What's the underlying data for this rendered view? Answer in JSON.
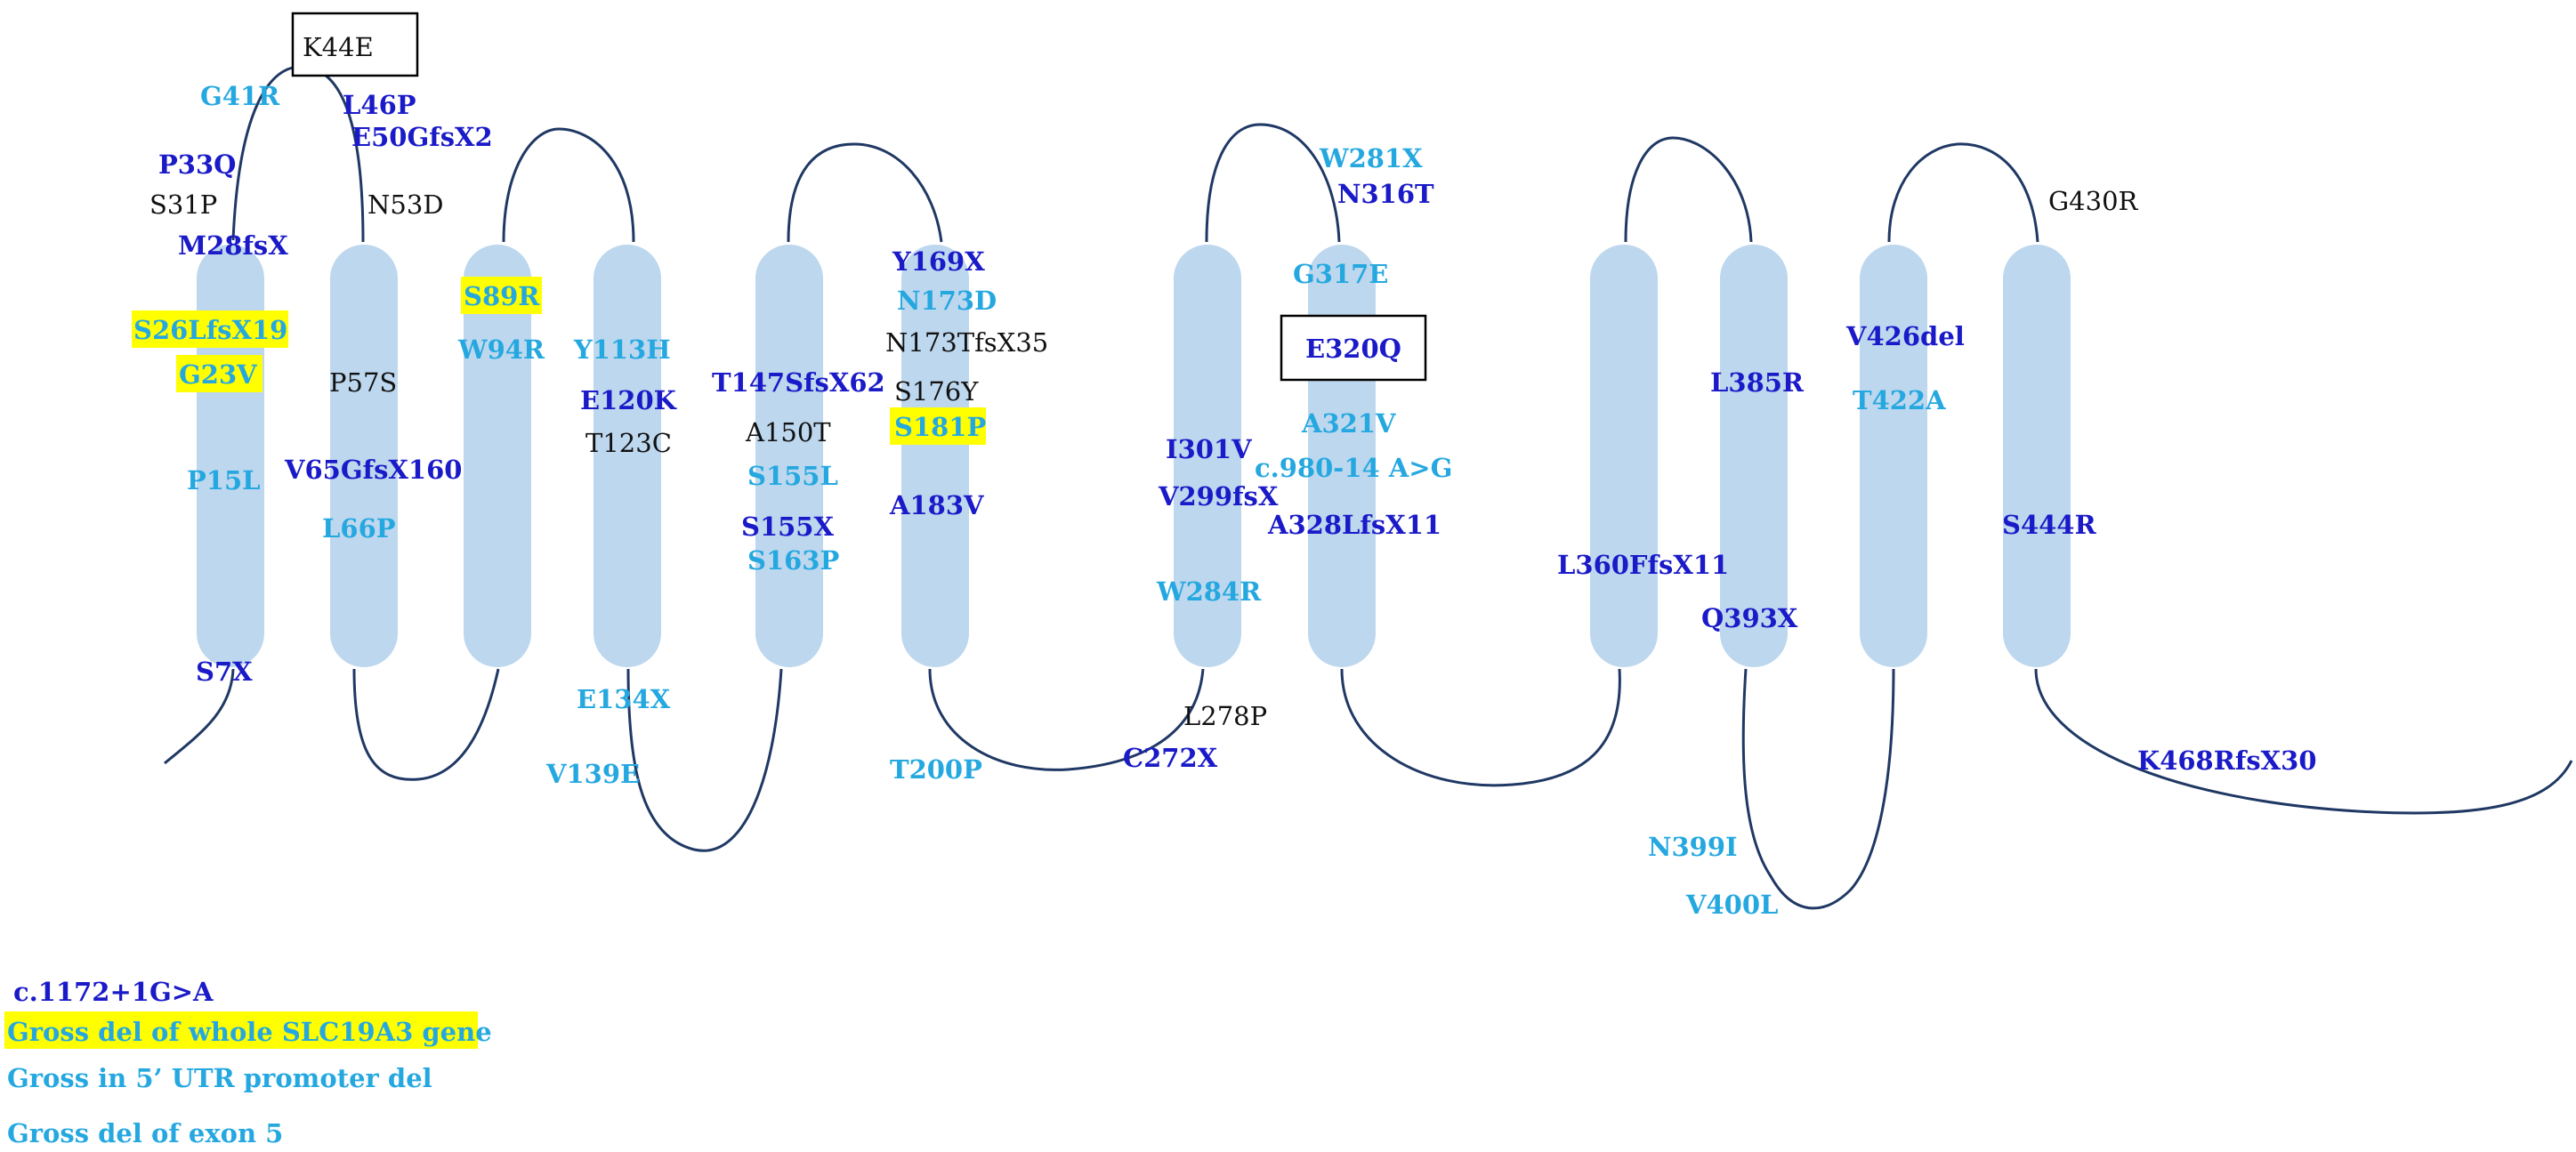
{
  "colors": {
    "dark_blue": "#1a1ac8",
    "light_blue": "#25a8e0",
    "black": "#111111",
    "helix_fill": "#bdd7ee",
    "loop_stroke": "#1f3864",
    "highlight": "#ffff00"
  },
  "mutations": [
    {
      "text": "K44E",
      "color": "black",
      "boxed": true,
      "plain": true
    },
    {
      "text": "G41R",
      "color": "light"
    },
    {
      "text": "L46P",
      "color": "dark"
    },
    {
      "text": "E50GfsX2",
      "color": "dark"
    },
    {
      "text": "P33Q",
      "color": "dark"
    },
    {
      "text": "S31P",
      "color": "black",
      "plain": true
    },
    {
      "text": "N53D",
      "color": "black",
      "plain": true
    },
    {
      "text": "M28fsX",
      "color": "dark"
    },
    {
      "text": "S26LfsX19",
      "color": "light",
      "highlight": true
    },
    {
      "text": "G23V",
      "color": "light",
      "highlight": true
    },
    {
      "text": "P57S",
      "color": "black",
      "plain": true
    },
    {
      "text": "P15L",
      "color": "light"
    },
    {
      "text": "V65GfsX160",
      "color": "dark"
    },
    {
      "text": "L66P",
      "color": "light"
    },
    {
      "text": "S7X",
      "color": "dark"
    },
    {
      "text": "S89R",
      "color": "light",
      "highlight": true
    },
    {
      "text": "W94R",
      "color": "light"
    },
    {
      "text": "Y113H",
      "color": "light"
    },
    {
      "text": "E120K",
      "color": "dark"
    },
    {
      "text": "T123C",
      "color": "black",
      "plain": true
    },
    {
      "text": "E134X",
      "color": "light"
    },
    {
      "text": "V139E",
      "color": "light"
    },
    {
      "text": "T147SfsX62",
      "color": "dark"
    },
    {
      "text": "A150T",
      "color": "black",
      "plain": true
    },
    {
      "text": "S155L",
      "color": "light"
    },
    {
      "text": "S155X",
      "color": "dark"
    },
    {
      "text": "S163P",
      "color": "light"
    },
    {
      "text": "Y169X",
      "color": "dark"
    },
    {
      "text": "N173D",
      "color": "light"
    },
    {
      "text": "N173TfsX35",
      "color": "black",
      "plain": true
    },
    {
      "text": "S176Y",
      "color": "black",
      "plain": true
    },
    {
      "text": "S181P",
      "color": "light",
      "highlight": true
    },
    {
      "text": "A183V",
      "color": "dark"
    },
    {
      "text": "T200P",
      "color": "light"
    },
    {
      "text": "I301V",
      "color": "dark"
    },
    {
      "text": "V299fsX",
      "color": "dark"
    },
    {
      "text": "W284R",
      "color": "light"
    },
    {
      "text": "L278P",
      "color": "black",
      "plain": true
    },
    {
      "text": "C272X",
      "color": "dark"
    },
    {
      "text": "W281X",
      "color": "light"
    },
    {
      "text": "N316T",
      "color": "dark"
    },
    {
      "text": "G317E",
      "color": "light"
    },
    {
      "text": "E320Q",
      "color": "dark",
      "boxed": true
    },
    {
      "text": "A321V",
      "color": "light"
    },
    {
      "text": "c.980-14 A>G",
      "color": "light"
    },
    {
      "text": "A328LfsX11",
      "color": "dark"
    },
    {
      "text": "L360FfsX11",
      "color": "dark"
    },
    {
      "text": "L385R",
      "color": "dark"
    },
    {
      "text": "Q393X",
      "color": "dark"
    },
    {
      "text": "N399I",
      "color": "light"
    },
    {
      "text": "V400L",
      "color": "light"
    },
    {
      "text": "V426del",
      "color": "dark"
    },
    {
      "text": "T422A",
      "color": "light"
    },
    {
      "text": "G430R",
      "color": "black",
      "plain": true
    },
    {
      "text": "S444R",
      "color": "dark"
    },
    {
      "text": "K468RfsX30",
      "color": "dark"
    }
  ],
  "legend": [
    {
      "text": "c.1172+1G>A",
      "color": "dark"
    },
    {
      "text": "Gross del of whole  SLC19A3 gene",
      "color": "light",
      "highlight": true
    },
    {
      "text": "Gross in 5’ UTR  promoter  del",
      "color": "light"
    },
    {
      "text": "Gross del of exon  5",
      "color": "light"
    }
  ]
}
